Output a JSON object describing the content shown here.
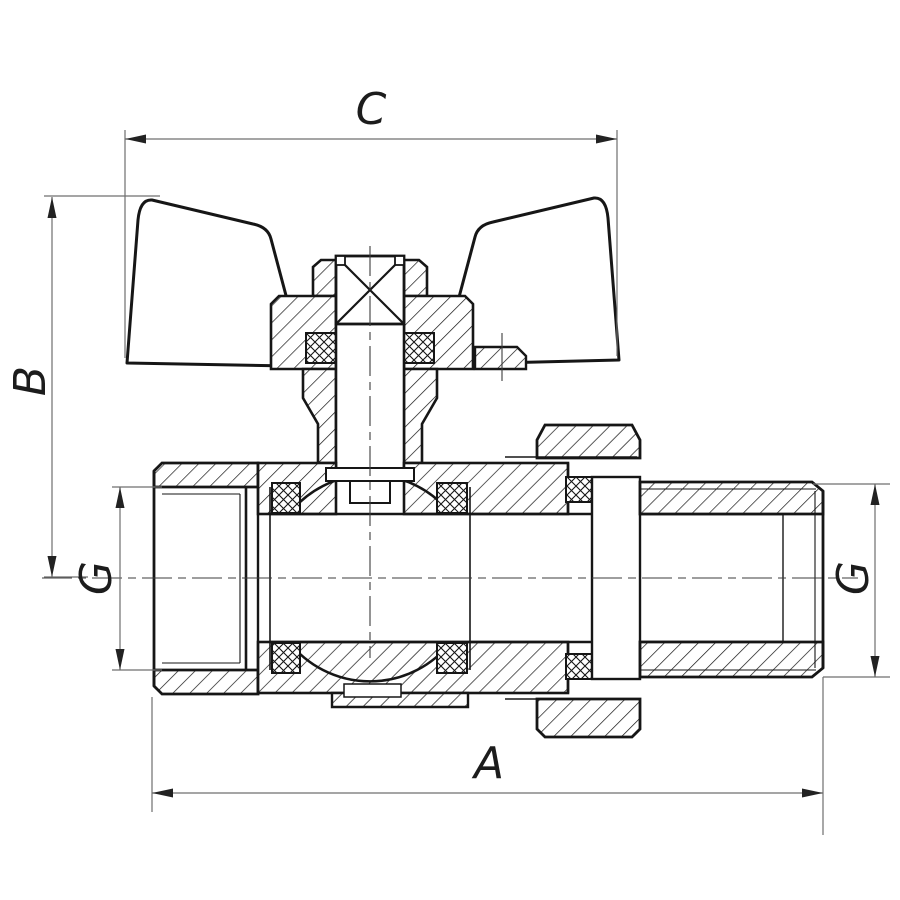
{
  "drawing": {
    "dimension_labels": {
      "top_width": "C",
      "left_height": "B",
      "left_thread": "G",
      "bottom_length": "A",
      "right_thread": "G"
    },
    "colors": {
      "background": "#ffffff",
      "part_outline": "#161616",
      "dimension_line": "#6f6f6f",
      "centerline": "#3c3c3c"
    }
  }
}
